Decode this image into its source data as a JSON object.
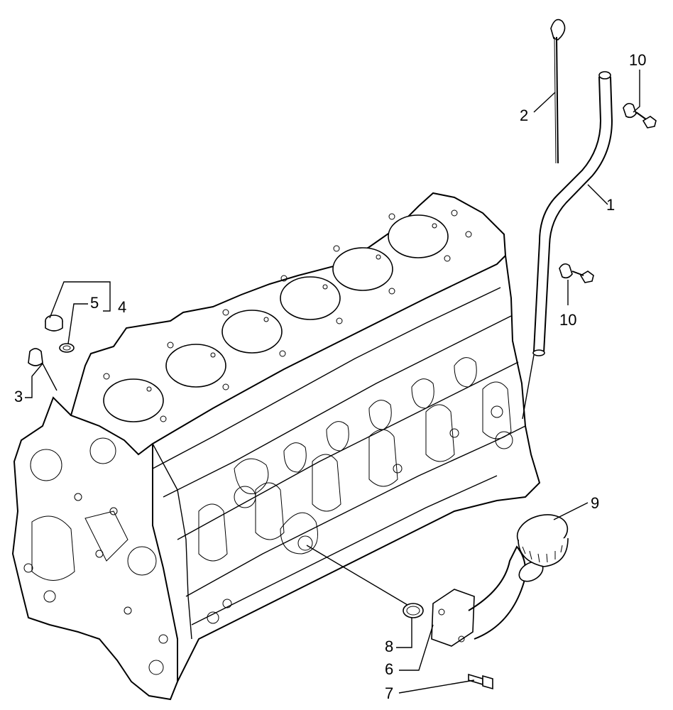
{
  "callouts": [
    {
      "id": "p1",
      "label": "1"
    },
    {
      "id": "p2",
      "label": "2"
    },
    {
      "id": "p3",
      "label": "3"
    },
    {
      "id": "p4",
      "label": "4"
    },
    {
      "id": "p5",
      "label": "5"
    },
    {
      "id": "p6",
      "label": "6"
    },
    {
      "id": "p7",
      "label": "7"
    },
    {
      "id": "p8",
      "label": "8"
    },
    {
      "id": "p9",
      "label": "9"
    },
    {
      "id": "p10a",
      "label": "10"
    },
    {
      "id": "p10b",
      "label": "10"
    }
  ]
}
